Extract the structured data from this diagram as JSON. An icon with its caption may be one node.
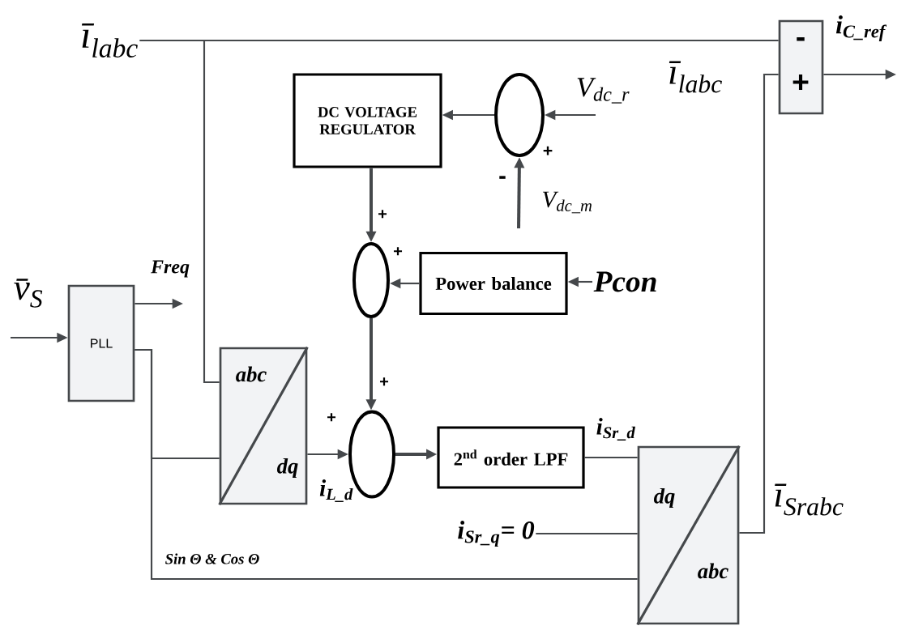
{
  "diagram": {
    "nodes": [
      {
        "text": [
          "ī$_{labc}$"
        ]
      },
      {
        "text": [
          "DC VOLTAGE REGULATOR"
        ]
      },
      {
        "text": [],
        "shape": "circle"
      },
      {
        "text": [
          "-",
          "+"
        ]
      },
      {
        "text": [],
        "shape": "circle"
      },
      {
        "text": [
          "Power balance"
        ]
      },
      {
        "text": [
          "Pcon"
        ]
      },
      {
        "text": [
          "PLL"
        ]
      },
      {
        "text": [
          "abc",
          "dq"
        ]
      },
      {
        "text": [],
        "shape": "circle"
      },
      {
        "text": [
          "2$^{nd}$ order LPF"
        ]
      },
      {
        "text": [
          "dq",
          "abc"
        ]
      },
      {
        "text": [
          "i$_{Sr_q}$= 0"
        ]
      }
    ],
    "edges": [
      {
        "from": null,
        "to": 7,
        "arrow": "to"
      },
      {
        "from": 7,
        "to": null,
        "arrow": "to"
      },
      {
        "from": 7,
        "to": 8,
        "arrow": "none"
      },
      {
        "from": 7,
        "to": 11,
        "arrow": "none"
      },
      {
        "from": 0,
        "to": 8,
        "arrow": "none"
      },
      {
        "from": 0,
        "to": 3,
        "arrow": "none"
      },
      {
        "from": null,
        "to": 2,
        "arrow": "to"
      },
      {
        "from": null,
        "to": 2,
        "arrow": "to",
        "style": "thick"
      },
      {
        "from": 2,
        "to": 1,
        "arrow": "to"
      },
      {
        "from": 1,
        "to": 4,
        "arrow": "to",
        "style": "thick"
      },
      {
        "from": 6,
        "to": 5,
        "arrow": "to"
      },
      {
        "from": 5,
        "to": 4,
        "arrow": "to"
      },
      {
        "from": 4,
        "to": 9,
        "arrow": "to",
        "style": "thick"
      },
      {
        "from": 8,
        "to": 9,
        "arrow": "to"
      },
      {
        "from": 9,
        "to": 10,
        "arrow": "to",
        "style": "thick"
      },
      {
        "from": 10,
        "to": 11,
        "arrow": "none"
      },
      {
        "from": 12,
        "to": 11,
        "arrow": "none"
      },
      {
        "from": 11,
        "to": 3,
        "arrow": "none"
      },
      {
        "from": 3,
        "to": null,
        "arrow": "to"
      }
    ],
    "labels": [
      "ī$_{labc}$",
      "i$_{C_ref}$",
      "V$_{dc_r}$",
      "+",
      "-",
      "V$_{dc_m}$",
      "+",
      "+",
      "v̄$_{S}$",
      "Freq",
      "+",
      "+",
      "i$_{L_d}$",
      "i$_{Sr_d}$",
      "ī$_{Srabc}$",
      "Sin Θ & Cos Θ"
    ]
  }
}
